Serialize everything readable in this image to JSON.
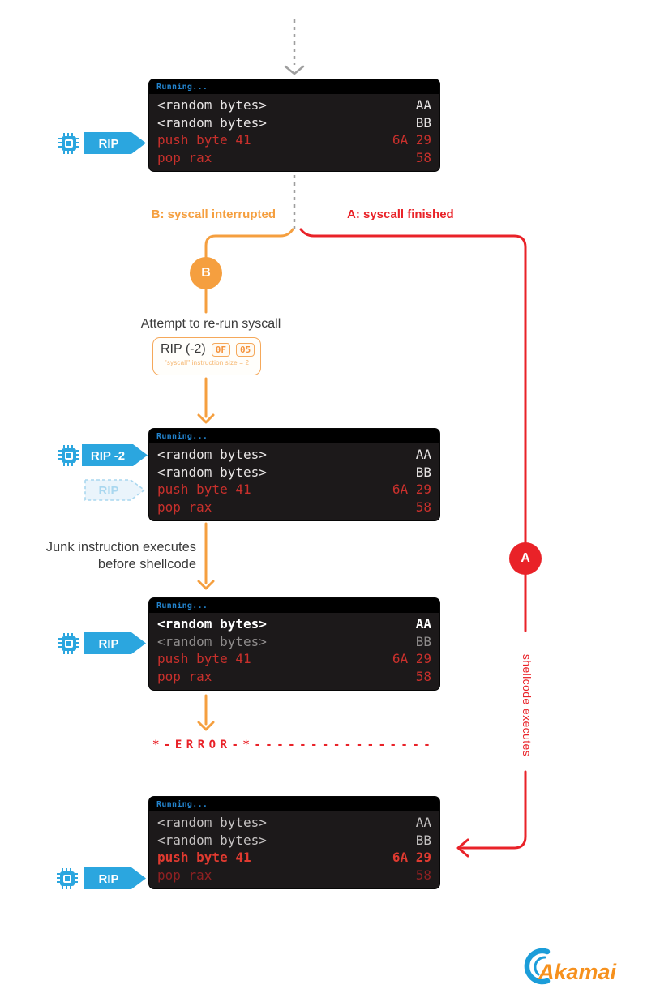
{
  "branches": {
    "b_label": "B: syscall interrupted",
    "a_label": "A: syscall finished",
    "b_node": "B",
    "a_node": "A"
  },
  "labels": {
    "attempt": "Attempt to re-run syscall",
    "junk_line1": "Junk instruction executes",
    "junk_line2": "before shellcode",
    "error": "*-ERROR-*----------------",
    "shellcode": "shellcode executes"
  },
  "rip_box": {
    "label": "RIP (-2)",
    "bytes": [
      "0F",
      "05"
    ],
    "note": "\"syscall\" instruction size = 2"
  },
  "tags": {
    "rip": "RIP",
    "rip_minus_2": "RIP -2",
    "rip_ghost": "RIP"
  },
  "terminals": [
    {
      "title": "Running...",
      "rows": [
        {
          "left": "<random bytes>",
          "right": "AA"
        },
        {
          "left": "<random bytes>",
          "right": "BB"
        },
        {
          "left": "push byte 41",
          "right": "6A 29"
        },
        {
          "left": "pop rax",
          "right": "58"
        }
      ]
    },
    {
      "title": "Running...",
      "rows": [
        {
          "left": "<random bytes>",
          "right": "AA"
        },
        {
          "left": "<random bytes>",
          "right": "BB"
        },
        {
          "left": "push byte 41",
          "right": "6A 29"
        },
        {
          "left": "pop rax",
          "right": "58"
        }
      ]
    },
    {
      "title": "Running...",
      "rows": [
        {
          "left": "<random bytes>",
          "right": "AA"
        },
        {
          "left": "<random bytes>",
          "right": "BB"
        },
        {
          "left": "push byte 41",
          "right": "6A 29"
        },
        {
          "left": "pop rax",
          "right": "58"
        }
      ]
    },
    {
      "title": "Running...",
      "rows": [
        {
          "left": "<random bytes>",
          "right": "AA"
        },
        {
          "left": "<random bytes>",
          "right": "BB"
        },
        {
          "left": "push byte 41",
          "right": "6A 29"
        },
        {
          "left": "pop rax",
          "right": "58"
        }
      ]
    }
  ],
  "logo": {
    "brand": "Akamai"
  },
  "colors": {
    "orange": "#F59F3F",
    "red": "#E92228",
    "blue": "#2BA6DF",
    "terminal_bg": "#1C191A",
    "terminal_title_text": "#2383CC",
    "gray_dash": "#9E9E9E"
  }
}
